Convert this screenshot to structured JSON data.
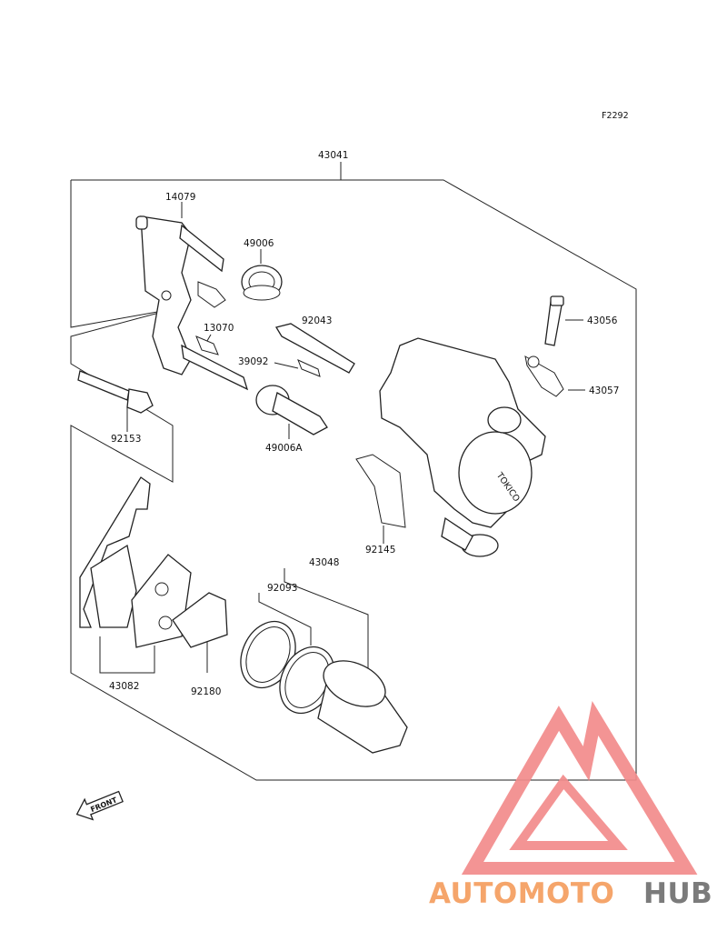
{
  "figure_code": "F2292",
  "parts": [
    {
      "id": "p43041",
      "number": "43041"
    },
    {
      "id": "p14079",
      "number": "14079"
    },
    {
      "id": "p49006",
      "number": "49006"
    },
    {
      "id": "p13070",
      "number": "13070"
    },
    {
      "id": "p92043",
      "number": "92043"
    },
    {
      "id": "p39092",
      "number": "39092"
    },
    {
      "id": "p92153",
      "number": "92153"
    },
    {
      "id": "p49006A",
      "number": "49006A"
    },
    {
      "id": "p43056",
      "number": "43056"
    },
    {
      "id": "p43057",
      "number": "43057"
    },
    {
      "id": "p92145",
      "number": "92145"
    },
    {
      "id": "p43048",
      "number": "43048"
    },
    {
      "id": "p92093",
      "number": "92093"
    },
    {
      "id": "p43082",
      "number": "43082"
    },
    {
      "id": "p92180",
      "number": "92180"
    }
  ],
  "front_arrow_label": "FRONT",
  "caliper_marking": "TOKICO",
  "watermark": {
    "part1": "AUTOMOTO",
    "part2": "HUB",
    "color_primary": "#f28c8c",
    "color_secondary": "#f5c47a",
    "color_dark": "#7b7b7b"
  }
}
